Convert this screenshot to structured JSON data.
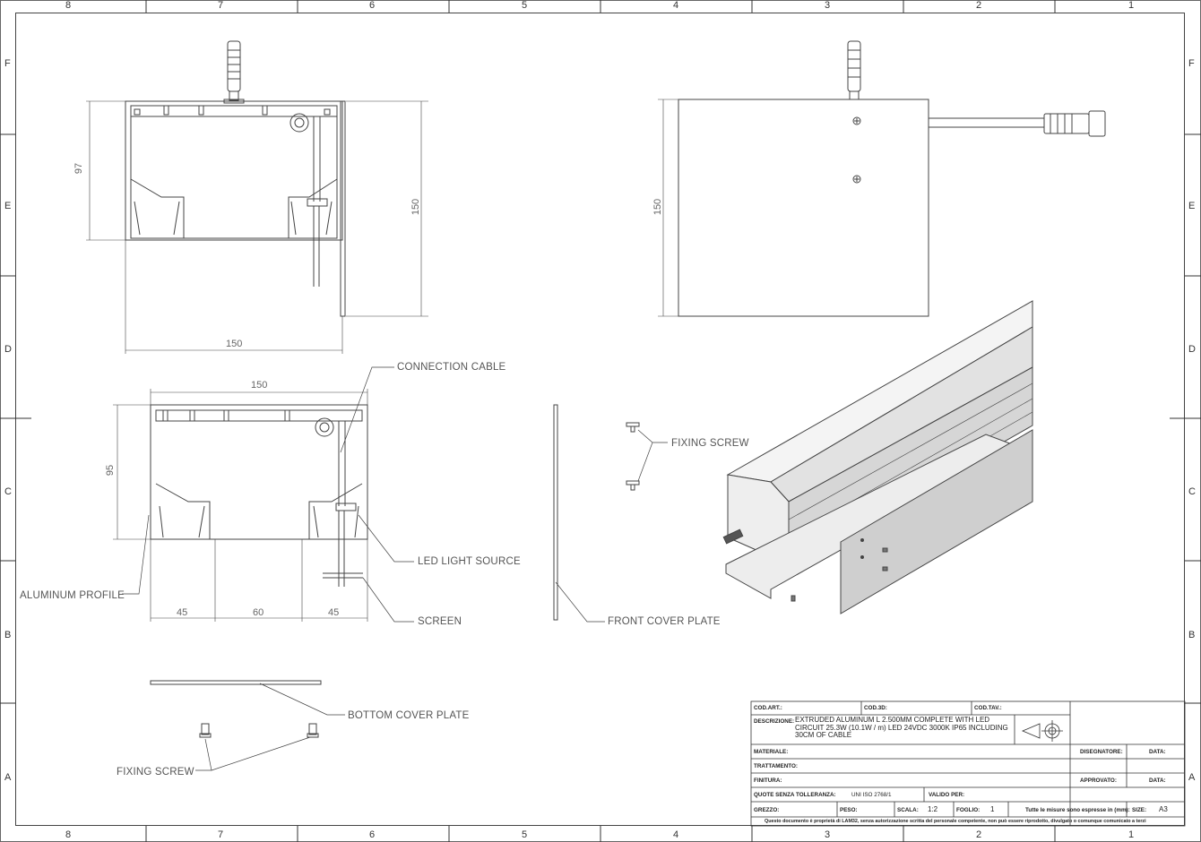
{
  "border": {
    "top_zones": [
      "8",
      "7",
      "6",
      "5",
      "4",
      "3",
      "2",
      "1"
    ],
    "side_zones": [
      "F",
      "E",
      "D",
      "C",
      "B",
      "A"
    ]
  },
  "dimensions": {
    "front_height_97": "97",
    "front_height_150": "150",
    "front_width_150": "150",
    "section_width_150": "150",
    "section_height_95": "95",
    "section_45_left": "45",
    "section_60": "60",
    "section_45_right": "45",
    "side_height_150": "150"
  },
  "callouts": {
    "connection_cable": "CONNECTION CABLE",
    "led_light_source": "LED LIGHT SOURCE",
    "screen": "SCREEN",
    "aluminum_profile": "ALUMINUM PROFILE",
    "front_cover_plate": "FRONT COVER PLATE",
    "fixing_screw_top": "FIXING SCREW",
    "bottom_cover_plate": "BOTTOM COVER PLATE",
    "fixing_screw_bottom": "FIXING SCREW"
  },
  "title_block": {
    "cod_art": "COD.ART.:",
    "cod_3d": "COD.3D:",
    "cod_tav": "COD.TAV.:",
    "descrizione_label": "DESCRIZIONE:",
    "descrizione": "EXTRUDED ALUMINUM L 2.500MM COMPLETE WITH LED CIRCUIT 25.3W (10.1W / m) LED 24VDC 3000K IP65 INCLUDING 30CM OF CABLE",
    "materiale": "MATERIALE:",
    "trattamento": "TRATTAMENTO:",
    "finitura": "FINITURA:",
    "quote_label": "QUOTE SENZA TOLLERANZA:",
    "quote_value": "UNI ISO 2768/1",
    "valido_per": "VALIDO PER:",
    "grezzo": "GREZZO:",
    "peso": "PESO:",
    "scala_label": "SCALA:",
    "scala_value": "1:2",
    "foglio_label": "FOGLIO:",
    "foglio_value": "1",
    "misure": "Tutte le misure sono espresse in (mm):",
    "size_label": "SIZE:",
    "size_value": "A3",
    "disegnatore": "DISEGNATORE:",
    "data1": "DATA:",
    "approvato": "APPROVATO:",
    "data2": "DATA:",
    "footer": "Questo documento è proprietà di LAM32, senza autorizzazione scritta del personale competente, non può essere riprodotto, divulgato o comunque comunicato a terzi"
  }
}
